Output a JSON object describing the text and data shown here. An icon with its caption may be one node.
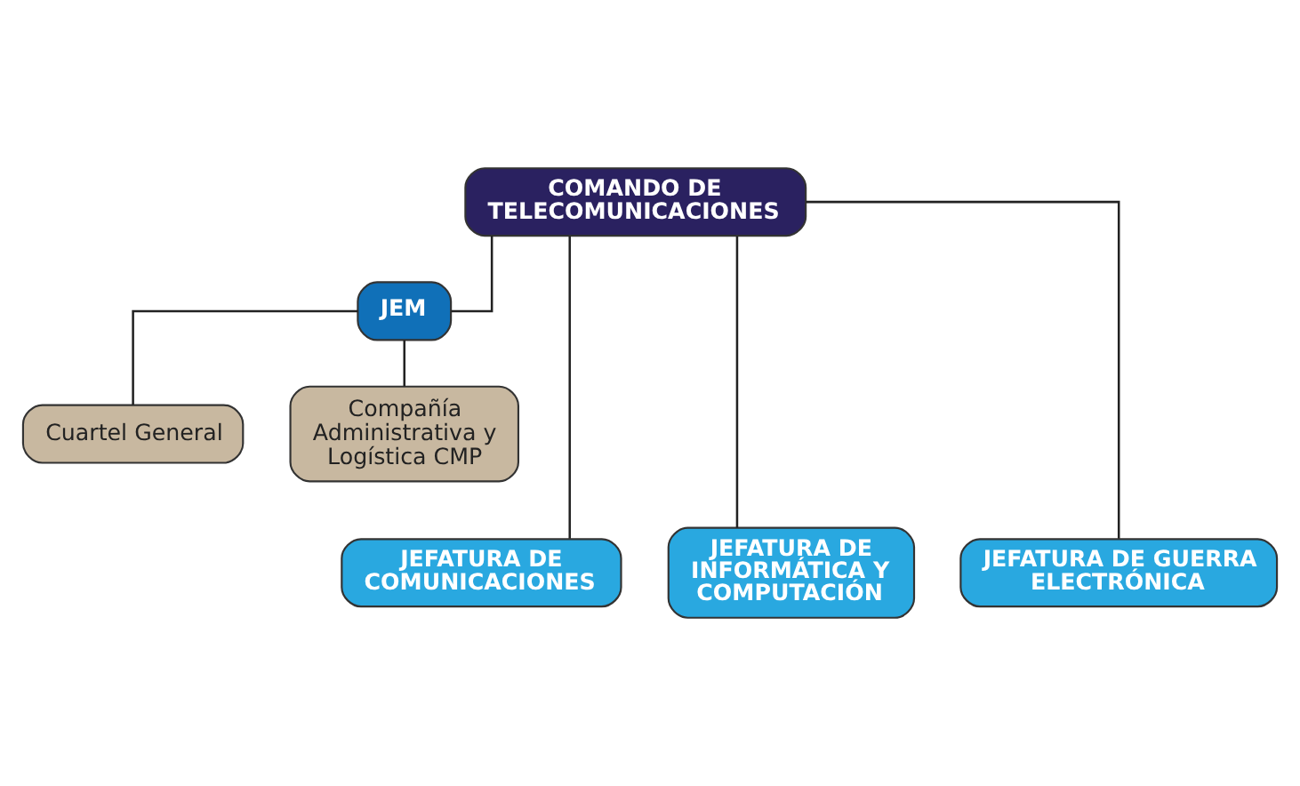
{
  "diagram": {
    "nodes": [
      {
        "text": [
          "COMANDO DE TELECOMUNICACIONES"
        ]
      },
      {
        "text": [
          "JEM"
        ]
      },
      {
        "text": [
          "Cuartel General"
        ]
      },
      {
        "text": [
          "Compañía Administrativa y Logística CMP"
        ]
      },
      {
        "text": [
          "JEFATURA DE COMUNICACIONES"
        ]
      },
      {
        "text": [
          "JEFATURA DE INFORMÁTICA Y COMPUTACIÓN"
        ]
      },
      {
        "text": [
          "JEFATURA DE GUERRA ELECTRÓNICA"
        ]
      }
    ],
    "edges": [
      {
        "from": 0,
        "to": 1,
        "arrow": "none"
      },
      {
        "from": 1,
        "to": 2,
        "arrow": "none"
      },
      {
        "from": 1,
        "to": 3,
        "arrow": "none"
      },
      {
        "from": 0,
        "to": 4,
        "arrow": "none"
      },
      {
        "from": 0,
        "to": 5,
        "arrow": "none"
      },
      {
        "from": 0,
        "to": 6,
        "arrow": "none"
      }
    ]
  }
}
